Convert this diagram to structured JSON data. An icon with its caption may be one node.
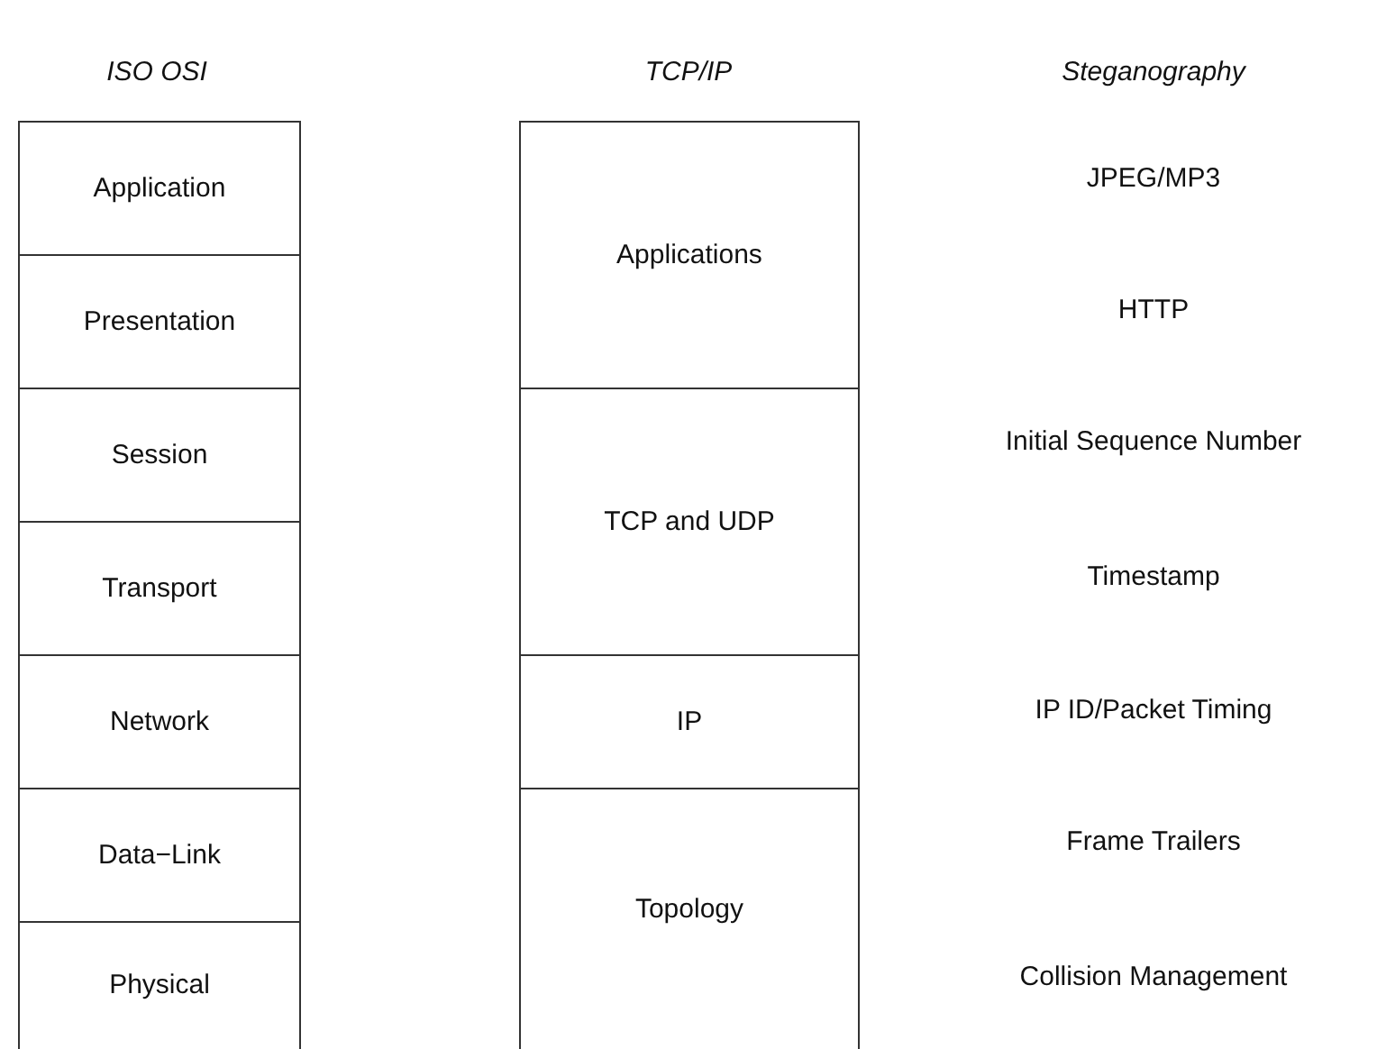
{
  "diagram": {
    "nodes": [
      {
        "text": [
          "Application"
        ]
      },
      {
        "text": [
          "Presentation"
        ]
      },
      {
        "text": [
          "Session"
        ]
      },
      {
        "text": [
          "Transport"
        ]
      },
      {
        "text": [
          "Network"
        ]
      },
      {
        "text": [
          "Data−Link"
        ]
      },
      {
        "text": [
          "Physical"
        ]
      },
      {
        "text": [
          "Applications"
        ]
      },
      {
        "text": [
          "TCP and UDP"
        ]
      },
      {
        "text": [
          "IP"
        ]
      },
      {
        "text": [
          "Topology"
        ]
      }
    ],
    "labels": [
      "ISO OSI",
      "TCP/IP",
      "Steganography",
      "JPEG/MP3",
      "HTTP",
      "Initial Sequence Number",
      "Timestamp",
      "IP ID/Packet Timing",
      "Frame Trailers",
      "Collision Management"
    ]
  }
}
